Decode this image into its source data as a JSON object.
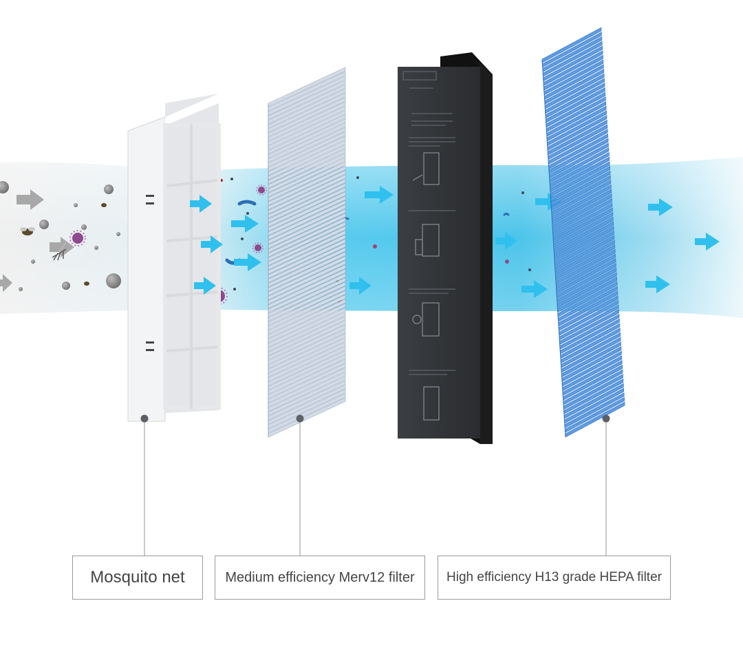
{
  "labels": {
    "mosquito_net": "Mosquito net",
    "merv12_filter": "Medium efficiency Merv12 filter",
    "hepa_filter": "High efficiency H13 grade HEPA filter"
  },
  "colors": {
    "airflow_light": "#c6ecf6",
    "airflow_cyan": "#46c6ea",
    "arrow_cyan": "#2fc0ee",
    "arrow_grey": "#a5a5a5",
    "merv_fin": "#d3dce8",
    "hepa_fin": "#5e9ce2",
    "carbon_body": "#36393d",
    "foam_black": "#161616",
    "frame_white": "#f2f3f5",
    "leader_line": "#a3a3a3",
    "box_border": "#9a9a9a"
  },
  "icons": [
    "airflow-arrow-icon",
    "dust-particle-icon",
    "virus-icon",
    "bacteria-icon",
    "insect-icon",
    "mosquito-icon",
    "filter-replace-diagram-icon"
  ]
}
